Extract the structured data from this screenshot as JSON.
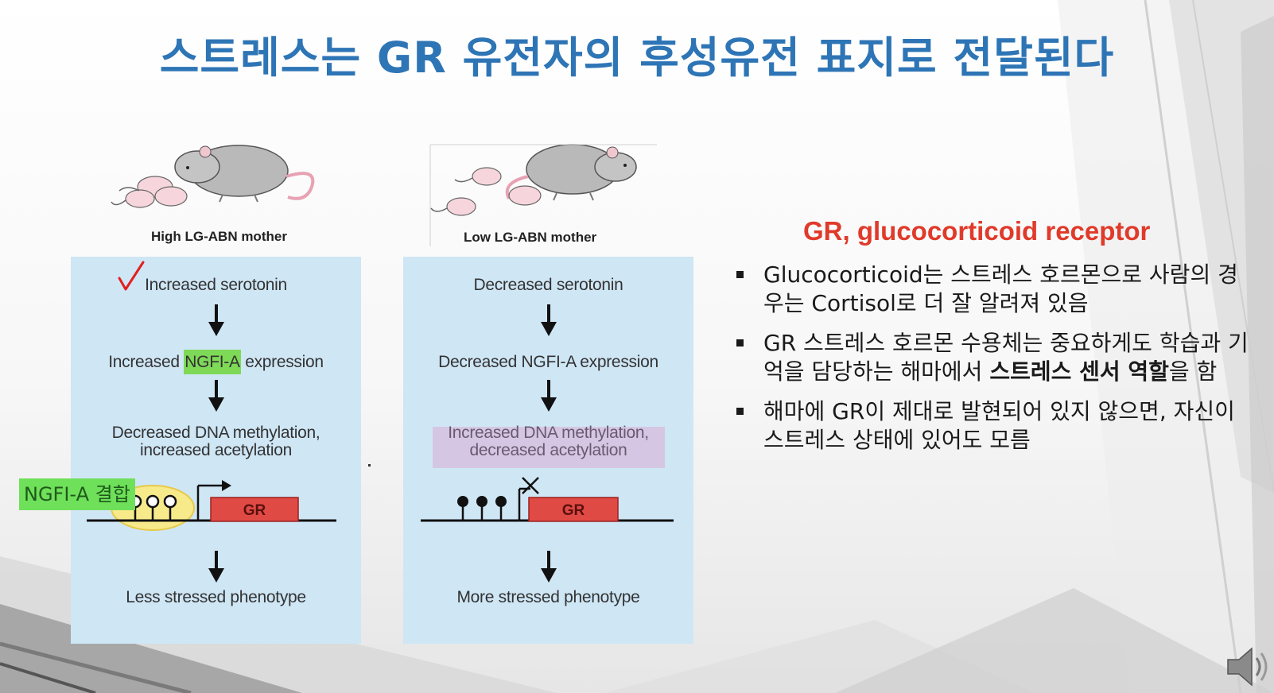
{
  "slide": {
    "title": "스트레스는 GR 유전자의 후성유전 표지로 전달된다"
  },
  "figure": {
    "left_mother_label": "High LG-ABN mother",
    "right_mother_label": "Low LG-ABN mother",
    "left_panel": {
      "step1": "Increased serotonin",
      "step2_prefix": "Increased ",
      "step2_highlight": "NGFI-A",
      "step2_suffix": " expression",
      "step3_line1": "Decreased DNA methylation,",
      "step3_line2": "increased acetylation",
      "gene_label": "GR",
      "outcome": "Less stressed phenotype"
    },
    "right_panel": {
      "step1": "Decreased serotonin",
      "step2": "Decreased NGFI-A expression",
      "step3_line1": "Increased DNA methylation,",
      "step3_line2": "decreased acetylation",
      "gene_label": "GR",
      "outcome": "More stressed phenotype"
    },
    "annotation_note": "NGFI-A 결합",
    "colors": {
      "panel_bg": "#cfe6f5",
      "gene_box": "#e04a45",
      "highlight_green": "#7ed957",
      "highlight_pink": "#d7b8dc",
      "binding_ellipse": "#f7ea8a",
      "check_mark": "#e02020"
    }
  },
  "side": {
    "heading": "GR, glucocorticoid receptor",
    "bullets": [
      {
        "text": "Glucocorticoid는 스트레스 호르몬으로 사람의 경우는 Cortisol로 더 잘 알려져 있음"
      },
      {
        "text_before": "GR 스트레스 호르몬 수용체는 중요하게도 학습과 기억을 담당하는 해마에서 ",
        "text_bold": "스트레스 센서 역할",
        "text_after": "을 함"
      },
      {
        "text": "해마에 GR이 제대로 발현되어 있지 않으면, 자신이 스트레스 상태에 있어도 모름"
      }
    ]
  },
  "icons": {
    "speaker": "speaker-icon",
    "check": "check-mark-icon"
  }
}
